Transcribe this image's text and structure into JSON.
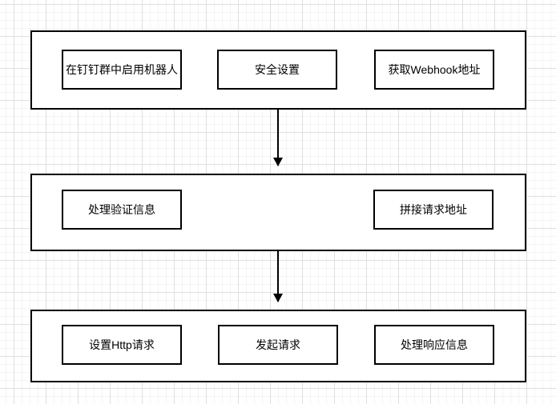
{
  "diagram": {
    "type": "flowchart",
    "stages": [
      {
        "name": "stage-1",
        "steps": [
          {
            "label": "在钉钉群中启用机器人"
          },
          {
            "label": "安全设置"
          },
          {
            "label": "获取Webhook地址"
          }
        ]
      },
      {
        "name": "stage-2",
        "steps": [
          {
            "label": "处理验证信息"
          },
          {
            "label": "拼接请求地址"
          }
        ]
      },
      {
        "name": "stage-3",
        "steps": [
          {
            "label": "设置Http请求"
          },
          {
            "label": "发起请求"
          },
          {
            "label": "处理响应信息"
          }
        ]
      }
    ],
    "connectors": [
      {
        "from": "stage-1",
        "to": "stage-2",
        "style": "solid-arrow"
      },
      {
        "from": "stage-2",
        "to": "stage-3",
        "style": "solid-arrow"
      }
    ],
    "colors": {
      "shape_border": "#000000",
      "shape_fill": "#ffffff",
      "grid_minor": "#f4f4f4",
      "grid_major": "#dfdfdf",
      "canvas_background": "#ffffff",
      "text": "#000000"
    }
  }
}
